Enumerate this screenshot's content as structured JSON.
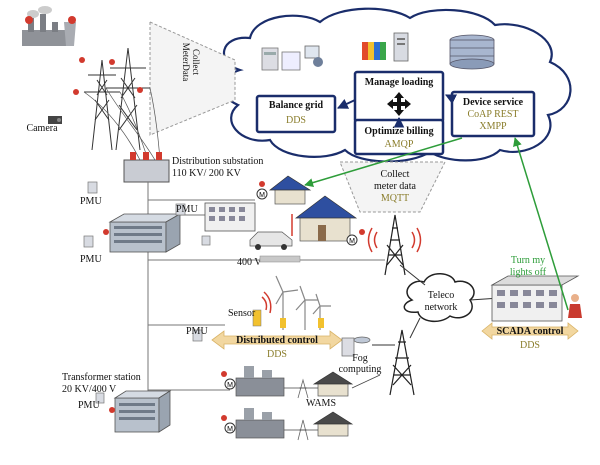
{
  "labels": {
    "collect_meter_data_top": [
      "Collect",
      "MeterData"
    ],
    "manage_loading": "Manage loading",
    "balance_grid": "Balance grid",
    "balance_grid_proto": "DDS",
    "optimize_billing": "Optimize billing",
    "optimize_billing_proto": "AMQP",
    "device_service": "Device service",
    "device_service_proto1": "CoAP REST",
    "device_service_proto2": "XMPP",
    "camera": "Camera",
    "distribution_substation_1": "Distribution substation",
    "distribution_substation_2": "110 KV/ 200 KV",
    "pmu": "PMU",
    "collect_meter_data_mid_1": "Collect",
    "collect_meter_data_mid_2": "meter data",
    "collect_meter_data_mid_proto": "MQTT",
    "voltage_400": "400 V",
    "sensor": "Sensor",
    "distributed_control": "Distributed control",
    "distributed_control_proto": "DDS",
    "fog_computing_1": "Fog",
    "fog_computing_2": "computing",
    "teleco_network_1": "Teleco",
    "teleco_network_2": "network",
    "turn_lights_off_1": "Turn my",
    "turn_lights_off_2": "lights off",
    "scada_control": "SCADA control",
    "scada_control_proto": "DDS",
    "transformer_station_1": "Transformer station",
    "transformer_station_2": "20 KV/400 V",
    "wams": "WAMS",
    "meter_symbol": "M"
  },
  "colors": {
    "cloud_border": "#1a2d6b",
    "box_border": "#1a2d6b",
    "protocol_text": "#8a7d2b",
    "green_link": "#2e9d3a",
    "arrow_fill": "#f2d7a0",
    "roof_red": "#d23a2e"
  }
}
